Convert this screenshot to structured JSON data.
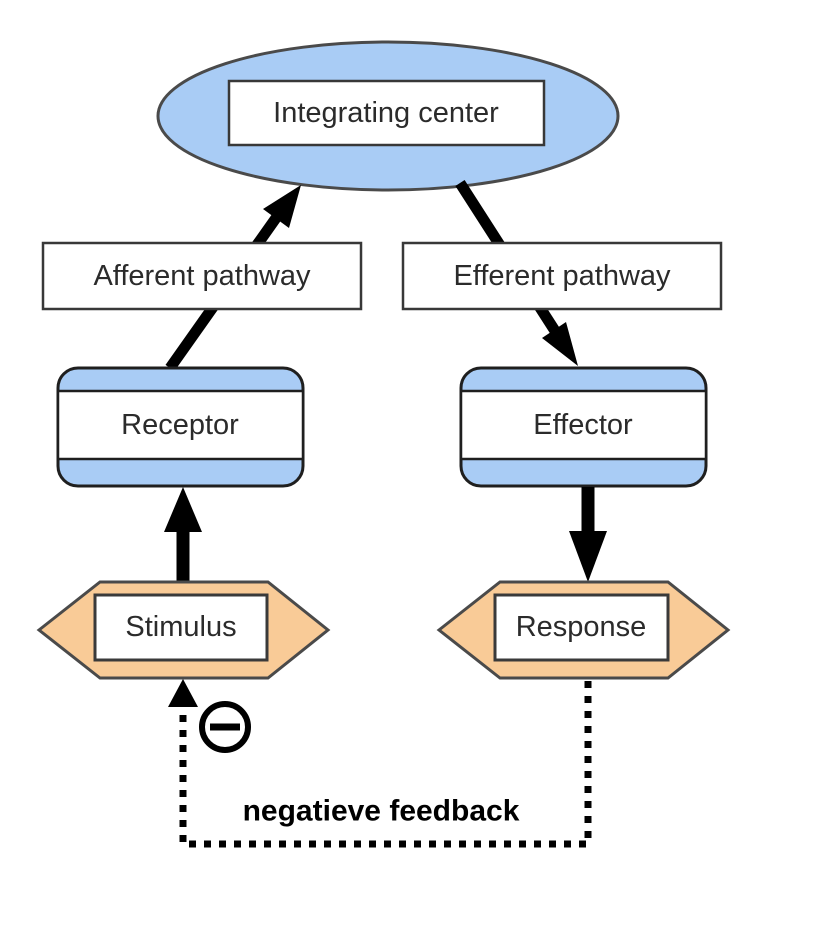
{
  "diagram": {
    "nodes": {
      "integrating_center": {
        "label": "Integrating center",
        "shape": "ellipse"
      },
      "afferent_pathway": {
        "label": "Afferent pathway",
        "shape": "rectangle"
      },
      "efferent_pathway": {
        "label": "Efferent pathway",
        "shape": "rectangle"
      },
      "receptor": {
        "label": "Receptor",
        "shape": "rounded-rectangle"
      },
      "effector": {
        "label": "Effector",
        "shape": "rounded-rectangle"
      },
      "stimulus": {
        "label": "Stimulus",
        "shape": "hexagon"
      },
      "response": {
        "label": "Response",
        "shape": "hexagon"
      }
    },
    "annotations": {
      "feedback_label": "negatieve feedback",
      "minus_symbol": "minus-in-circle"
    },
    "colors": {
      "node_blue": "#a9ccf5",
      "node_orange": "#f9cb97",
      "label_fill": "#ffffff",
      "arrow_black": "#000000",
      "ellipse_border": "#4a4a4a",
      "box_border": "#383838",
      "dark_border": "#1f1f1f",
      "background": "#ffffff"
    }
  }
}
